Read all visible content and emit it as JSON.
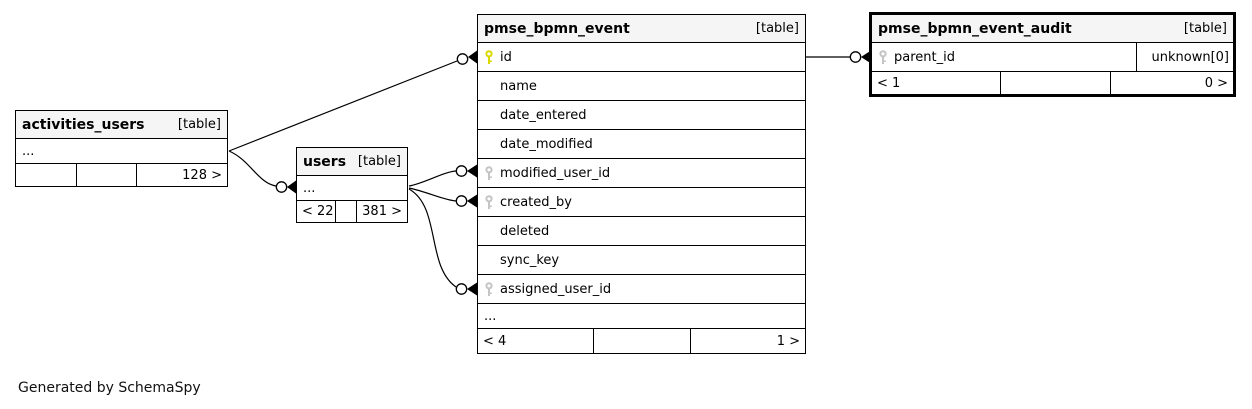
{
  "diagram": {
    "credit": "Generated by SchemaSpy",
    "colors": {
      "background": "#ffffff",
      "table_header_bg": "#f5f5f5",
      "border": "#000000",
      "primary_key_icon": "#d9d900",
      "foreign_key_icon": "#c4c4c4"
    },
    "tables": {
      "activities_users": {
        "name": "activities_users",
        "type_label": "[table]",
        "rows": [
          {
            "label": "...",
            "key": "none"
          }
        ],
        "footer": {
          "left": "",
          "middle": "",
          "right": "128 >"
        }
      },
      "users": {
        "name": "users",
        "type_label": "[table]",
        "rows": [
          {
            "label": "...",
            "key": "none"
          }
        ],
        "footer": {
          "left": "< 22",
          "middle": "",
          "right": "381 >"
        }
      },
      "pmse_bpmn_event": {
        "name": "pmse_bpmn_event",
        "type_label": "[table]",
        "rows": [
          {
            "label": "id",
            "key": "primary"
          },
          {
            "label": "name",
            "key": "none"
          },
          {
            "label": "date_entered",
            "key": "none"
          },
          {
            "label": "date_modified",
            "key": "none"
          },
          {
            "label": "modified_user_id",
            "key": "foreign"
          },
          {
            "label": "created_by",
            "key": "foreign"
          },
          {
            "label": "deleted",
            "key": "none"
          },
          {
            "label": "sync_key",
            "key": "none"
          },
          {
            "label": "assigned_user_id",
            "key": "foreign"
          },
          {
            "label": "...",
            "key": "none"
          }
        ],
        "footer": {
          "left": "< 4",
          "middle": "",
          "right": "1 >"
        }
      },
      "pmse_bpmn_event_audit": {
        "name": "pmse_bpmn_event_audit",
        "type_label": "[table]",
        "rows": [
          {
            "label": "parent_id",
            "key": "foreign",
            "extra": "unknown[0]"
          }
        ],
        "footer": {
          "left": "< 1",
          "middle": "",
          "right": "0 >"
        }
      }
    },
    "relationships": [
      {
        "from": "activities_users",
        "to": "pmse_bpmn_event.id",
        "marker": "zero-or-many"
      },
      {
        "from": "activities_users",
        "to": "users",
        "marker": "zero-or-many"
      },
      {
        "from": "users",
        "to": "pmse_bpmn_event.modified_user_id",
        "marker": "zero-or-many"
      },
      {
        "from": "users",
        "to": "pmse_bpmn_event.created_by",
        "marker": "zero-or-many"
      },
      {
        "from": "users",
        "to": "pmse_bpmn_event.assigned_user_id",
        "marker": "zero-or-many"
      },
      {
        "from": "pmse_bpmn_event.id",
        "to": "pmse_bpmn_event_audit.parent_id",
        "marker": "zero-or-many"
      }
    ]
  }
}
